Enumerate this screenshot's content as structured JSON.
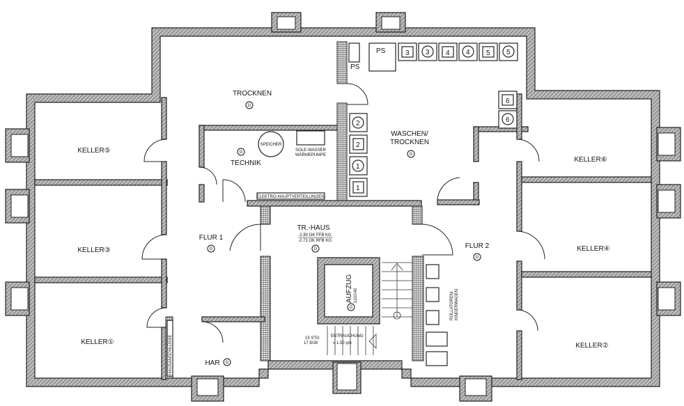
{
  "rooms": {
    "trocknen": {
      "name": "TROCKNEN",
      "mark": "G"
    },
    "keller5": {
      "name": "KELLER⑤"
    },
    "technik": {
      "name": "TECHNIK",
      "mark": "G"
    },
    "waschen": {
      "line1": "WASCHEN/",
      "line2": "TROCKNEN",
      "mark": "G"
    },
    "keller6": {
      "name": "KELLER⑥"
    },
    "keller3": {
      "name": "KELLER③"
    },
    "flur1": {
      "name": "FLUR 1",
      "mark": "G"
    },
    "flur2": {
      "name": "FLUR 2",
      "mark": "G"
    },
    "keller4": {
      "name": "KELLER④"
    },
    "keller1": {
      "name": "KELLER①"
    },
    "keller2": {
      "name": "KELLER②"
    },
    "har": {
      "name": "HAR",
      "mark": "G"
    },
    "treppenhaus": {
      "name": "TR.-HAUS",
      "level1": "-2.80 OK FFB KG",
      "level2": "-2.73 OK RFB KG",
      "mark": "G"
    },
    "aufzug": {
      "name": "AUFZUG",
      "size": "110/140",
      "mark": "G"
    }
  },
  "fixtures": {
    "speicher": "SPEICHER",
    "waermepumpe1": "SOLE-WASSER",
    "waermepumpe2": "WÄRMEPUMPE",
    "elektro": "ELEKTRO-HAUPTVERTEILUNGEN",
    "hausanschluesse": "HAUSANSCHLÜSSE",
    "rollatoren1": "ROLLATOREN/",
    "rollatoren2": "KINDERWAGEN",
    "entrauchung": "ENTRAUCHUNG",
    "entrauchung_area": "≥ 1.50 qm",
    "stairs1": "15 STG",
    "stairs2": "17.9/28",
    "ps": "PS",
    "machines_top": [
      "3",
      "3",
      "4",
      "4",
      "5",
      "5"
    ],
    "machines_right": [
      "6",
      "6"
    ],
    "machines_left": [
      "2",
      "2",
      "1",
      "1"
    ]
  }
}
